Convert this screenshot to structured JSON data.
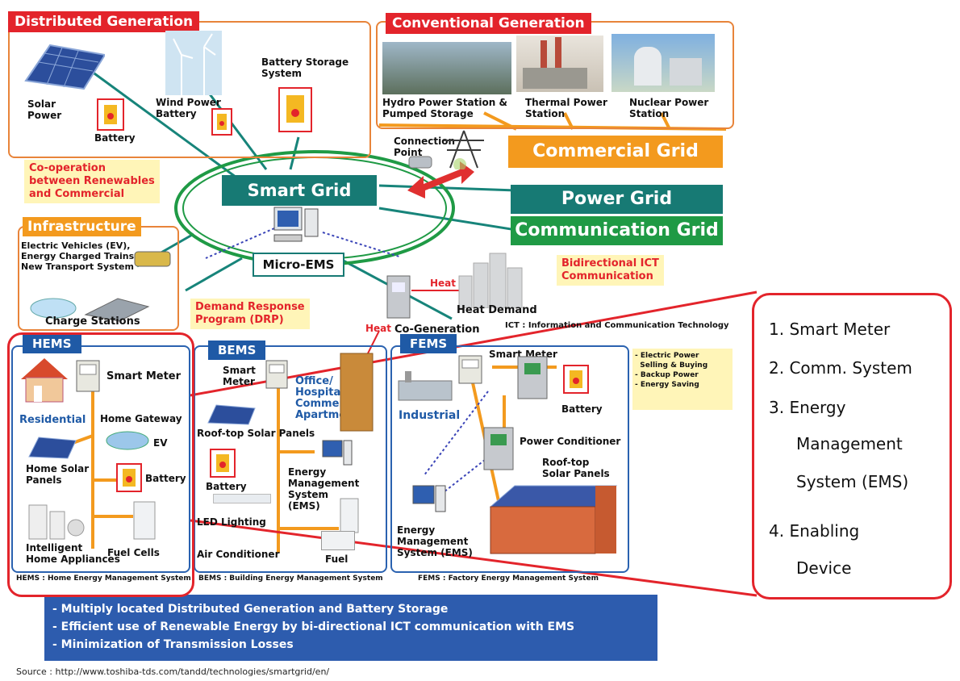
{
  "distributed": {
    "title": "Distributed Generation",
    "solar": "Solar\nPower",
    "battery": "Battery",
    "wind": "Wind Power\nBattery",
    "storage": "Battery Storage\nSystem"
  },
  "conventional": {
    "title": "Conventional Generation",
    "hydro": "Hydro Power Station &\nPumped Storage",
    "thermal": "Thermal Power\nStation",
    "nuclear": "Nuclear Power\nStation"
  },
  "grid": {
    "connection_point": "Connection\nPoint",
    "commercial": "Commercial Grid",
    "power": "Power Grid",
    "communication": "Communication Grid",
    "smart": "Smart Grid",
    "micro_ems": "Micro-EMS",
    "cooperation": "Co-operation\nbetween Renewables\nand Commercial",
    "bidirectional": "Bidirectional ICT\nCommunication",
    "heat": "Heat",
    "heat2": "Heat",
    "heat_demand": "Heat Demand",
    "co_generation": "Co-Generation",
    "ict_note": "ICT : Information and Communication Technology",
    "drp": "Demand Response\nProgram (DRP)"
  },
  "infrastructure": {
    "title": "Infrastructure",
    "ev": "Electric Vehicles (EV),\nEnergy Charged Trains,\nNew Transport System",
    "charge": "Charge Stations"
  },
  "hems": {
    "tab": "HEMS",
    "smart_meter": "Smart Meter",
    "residential": "Residential",
    "gateway": "Home Gateway",
    "ev": "EV",
    "solar": "Home Solar\nPanels",
    "battery": "Battery",
    "appliances": "Intelligent\nHome Appliances",
    "fuel": "Fuel Cells",
    "caption": "HEMS : Home Energy Management System"
  },
  "bems": {
    "tab": "BEMS",
    "smart_meter": "Smart\nMeter",
    "office": "Office/\nHospital/\nCommercial/\nApartment",
    "solar": "Roof-top Solar Panels",
    "battery": "Battery",
    "ems": "Energy\nManagement\nSystem\n(EMS)",
    "led": "LED Lighting",
    "air": "Air Conditioner",
    "fuel": "Fuel",
    "caption": "BEMS : Building Energy Management System"
  },
  "fems": {
    "tab": "FEMS",
    "smart_meter": "Smart Meter",
    "industrial": "Industrial",
    "battery": "Battery",
    "conditioner": "Power Conditioner",
    "solar": "Roof-top\nSolar Panels",
    "ems": "Energy\nManagement\nSystem (EMS)",
    "caption": "FEMS : Factory Energy Management System",
    "notes": "- Electric Power\n  Selling & Buying\n- Backup Power\n- Energy Saving"
  },
  "summary": [
    "- Multiply located Distributed Generation and Battery Storage",
    "- Efficient use of Renewable Energy by bi-directional ICT communication with EMS",
    "- Minimization of Transmission Losses"
  ],
  "source": "Source : http://www.toshiba-tds.com/tandd/technologies/smartgrid/en/",
  "panel": {
    "items": [
      "1. Smart Meter",
      "2. Comm. System",
      "3. Energy",
      "Management",
      "System (EMS)",
      "4.  Enabling",
      "Device"
    ]
  },
  "colors": {
    "red": "#e3242b",
    "orange": "#f39a1e",
    "teal": "#177a74",
    "green": "#1f9a45",
    "blue": "#1f5aa6"
  }
}
